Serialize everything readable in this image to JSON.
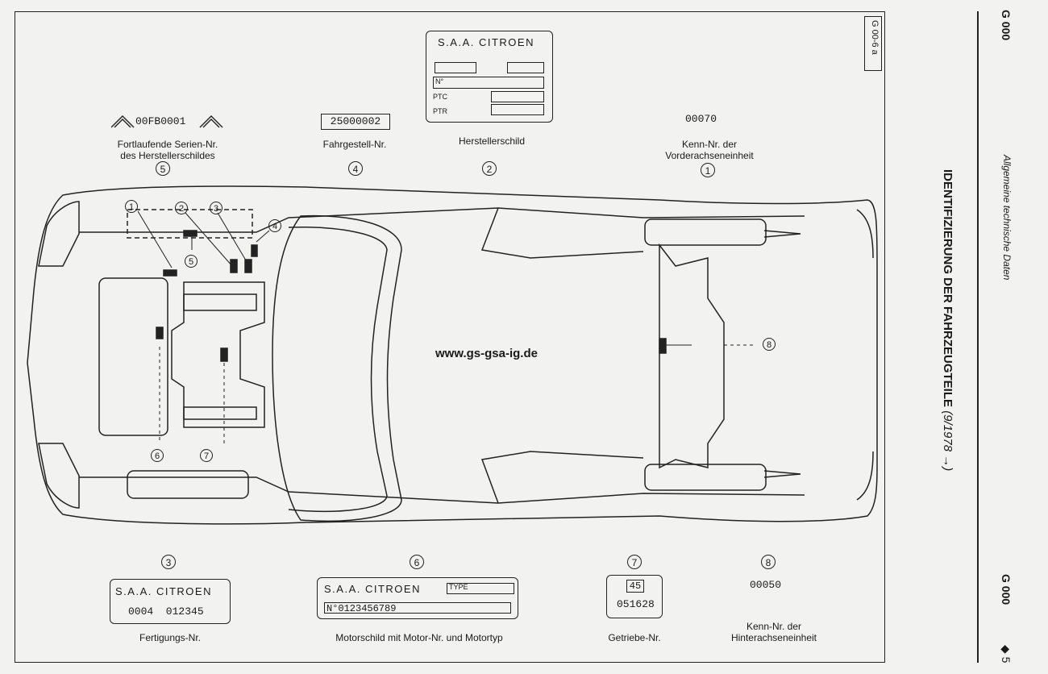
{
  "header": {
    "code_box": "G 00-6 a",
    "side_code_top": "G 000",
    "side_code_bottom": "G 000",
    "section_label": "Allgemeine technische Daten",
    "title": "IDENTIFIZIERUNG DER FAHRZEUGTEILE",
    "title_suffix": "(9/1978 →)",
    "page_number": "◆ 5"
  },
  "watermark": "www.gs-gsa-ig.de",
  "top_items": [
    {
      "num": "5",
      "value": "00FB0001",
      "label": "Fortlaufende Serien-Nr.\ndes Herstellerschildes"
    },
    {
      "num": "4",
      "value": "25000002",
      "label": "Fahrgestell-Nr."
    },
    {
      "num": "2",
      "value": "",
      "label": "Herstellerschild"
    },
    {
      "num": "1",
      "value": "00070",
      "label": "Kenn-Nr. der\nVorderachseneinheit"
    }
  ],
  "manufacturer_plate": {
    "brand": "S.A.A. CITROEN",
    "rows": [
      "N°",
      "PTC",
      "PTR"
    ]
  },
  "bottom_items": [
    {
      "num": "3",
      "brand": "S.A.A. CITROEN",
      "value": "0004  012345",
      "label": "Fertigungs-Nr."
    },
    {
      "num": "6",
      "brand": "S.A.A. CITROEN",
      "type_label": "TYPE",
      "value": "N°0123456789",
      "label": "Motorschild mit Motor-Nr. und Motortyp"
    },
    {
      "num": "7",
      "box_value": "45",
      "value": "051628",
      "label": "Getriebe-Nr."
    },
    {
      "num": "8",
      "value": "00050",
      "label": "Kenn-Nr. der\nHinterachseneinheit"
    }
  ],
  "callouts": [
    "1",
    "2",
    "3",
    "4",
    "5",
    "6",
    "7",
    "8"
  ]
}
